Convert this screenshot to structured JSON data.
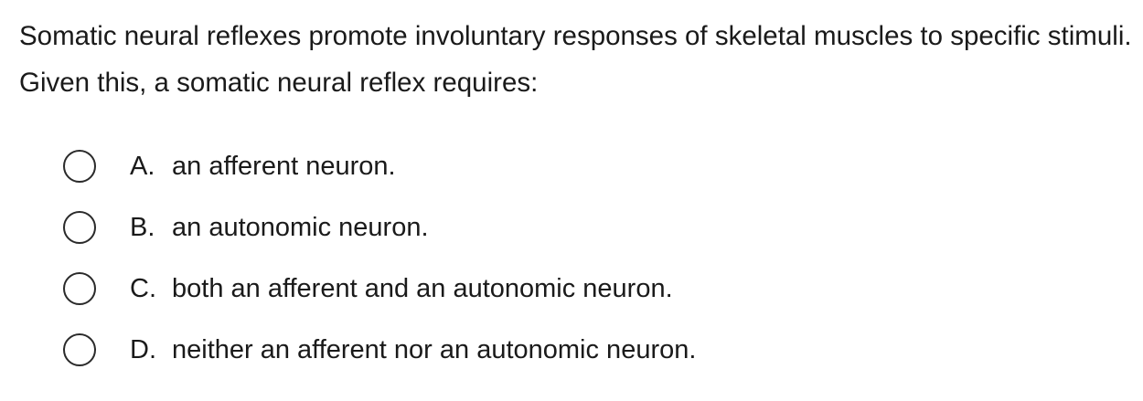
{
  "question": {
    "text": "Somatic neural reflexes promote involuntary responses of skeletal muscles to specific stimuli.  Given this, a somatic neural reflex requires:"
  },
  "choices": [
    {
      "letter": "A.",
      "text": "an afferent neuron."
    },
    {
      "letter": "B.",
      "text": "an autonomic neuron."
    },
    {
      "letter": "C.",
      "text": "both an afferent and an autonomic neuron."
    },
    {
      "letter": "D.",
      "text": "neither an afferent nor an autonomic neuron."
    }
  ]
}
